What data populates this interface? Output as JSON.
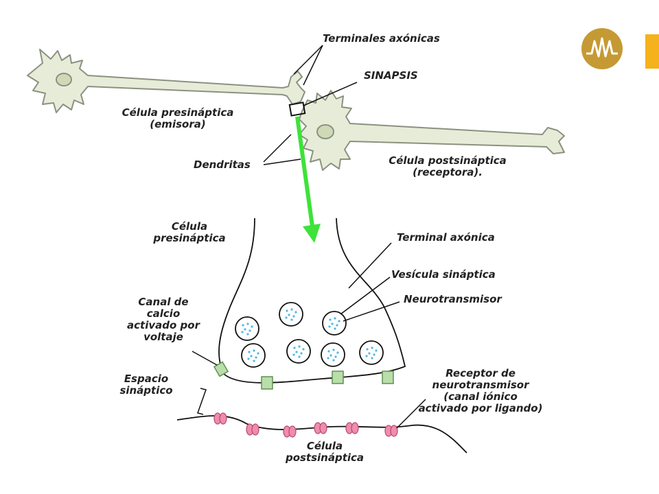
{
  "colors": {
    "neuron_fill": "#e7ecd8",
    "neuron_stroke": "#8a9180",
    "nucleus_fill": "#cfd9b6",
    "arrow": "#3ee23a",
    "vesicle_fill": "#ffffff",
    "neurotransmitter_dot": "#4fb8e6",
    "calcium_channel": "#b9deaa",
    "receptor": "#f08cae",
    "logo_gold": "#c59a34",
    "accent_bar": "#f5b21c"
  },
  "top_diagram": {
    "terminales_axonicas": "Terminales axónicas",
    "sinapsis": "SINAPSIS",
    "celula_presinaptica": [
      "Célula presináptica",
      "(emisora)"
    ],
    "dendritas": "Dendritas",
    "celula_postsinaptica": [
      "Célula postsináptica",
      "(receptora)."
    ]
  },
  "bottom_diagram": {
    "celula_presinaptica": [
      "Célula",
      "presináptica"
    ],
    "terminal_axonica": "Terminal axónica",
    "vesicula_sinaptica": "Vesícula sináptica",
    "neurotransmisor": "Neurotransmisor",
    "canal_calcio": [
      "Canal de",
      "calcio",
      "activado por",
      "voltaje"
    ],
    "espacio_sinaptico": [
      "Espacio",
      "sináptico"
    ],
    "receptor": [
      "Receptor de",
      "neurotransmisor",
      "(canal iónico",
      "activado por ligando)"
    ],
    "celula_postsinaptica": [
      "Célula",
      "postsináptica"
    ]
  },
  "icons": [
    "logo-icon",
    "zoom-arrow-icon"
  ]
}
